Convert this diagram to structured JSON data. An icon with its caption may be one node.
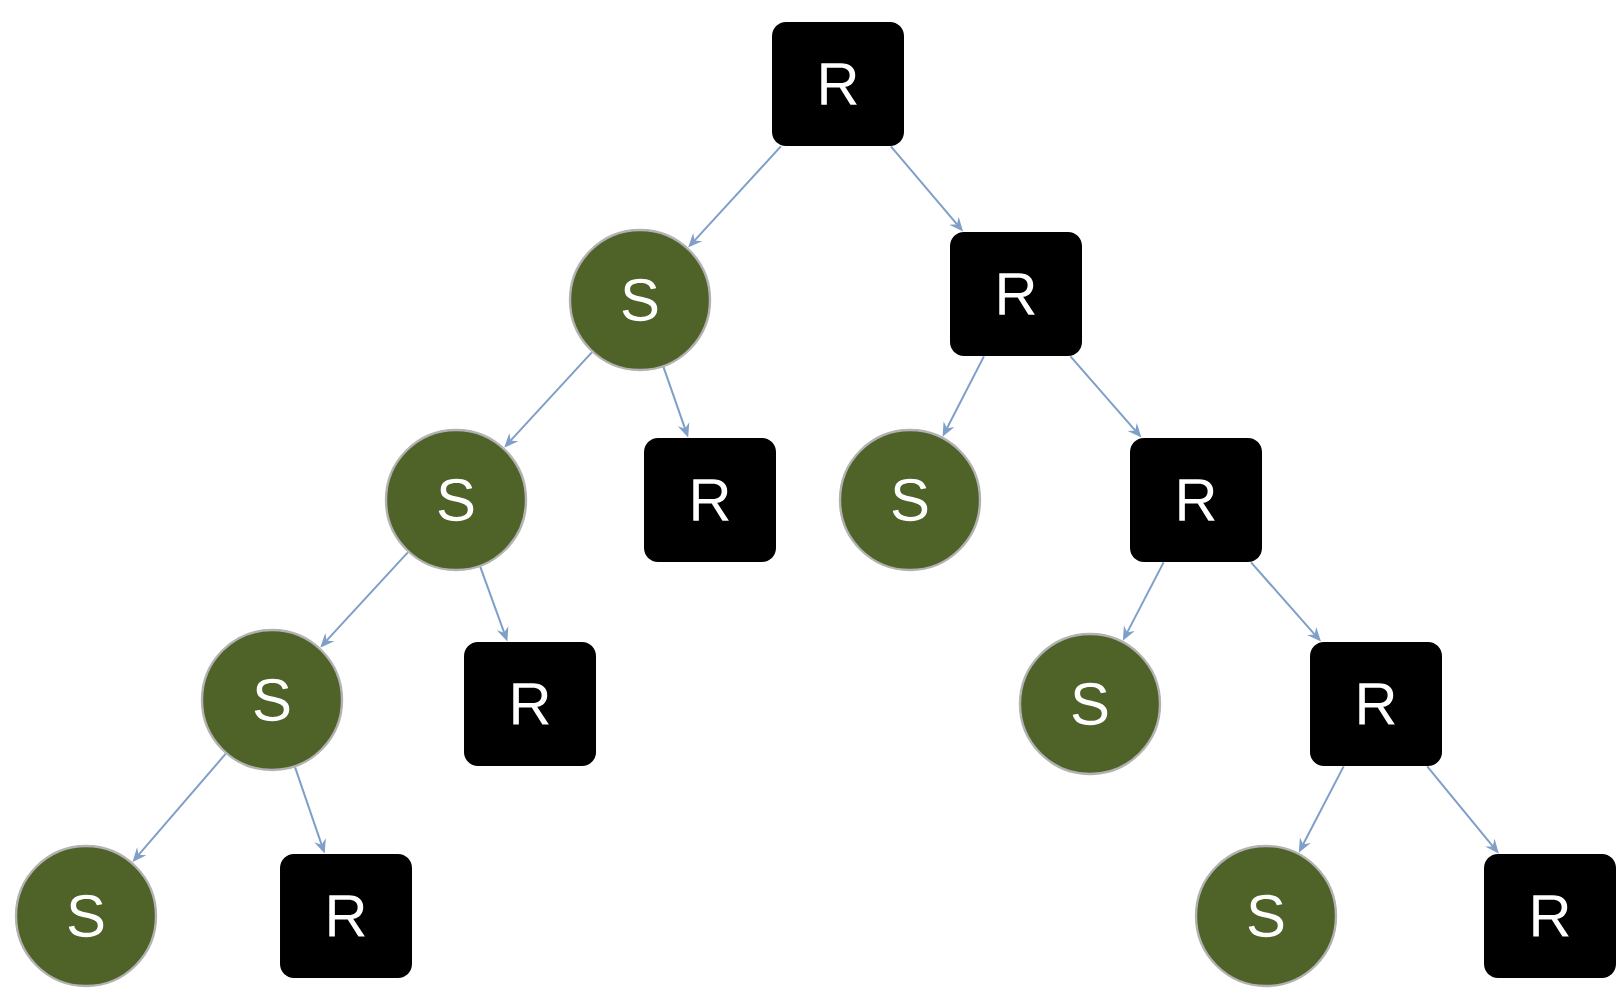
{
  "diagram": {
    "nodes": [
      {
        "text": [
          "R"
        ]
      },
      {
        "text": [
          "S"
        ]
      },
      {
        "text": [
          "R"
        ]
      },
      {
        "text": [
          "S"
        ]
      },
      {
        "text": [
          "R"
        ]
      },
      {
        "text": [
          "S"
        ]
      },
      {
        "text": [
          "R"
        ]
      },
      {
        "text": [
          "S"
        ]
      },
      {
        "text": [
          "R"
        ]
      },
      {
        "text": [
          "S"
        ]
      },
      {
        "text": [
          "R"
        ]
      },
      {
        "text": [
          "S"
        ]
      },
      {
        "text": [
          "R"
        ]
      },
      {
        "text": [
          "S"
        ]
      },
      {
        "text": [
          "R"
        ]
      }
    ],
    "edges": [
      {
        "from": 0,
        "to": 1,
        "arrow": "to"
      },
      {
        "from": 0,
        "to": 2,
        "arrow": "to"
      },
      {
        "from": 1,
        "to": 3,
        "arrow": "to"
      },
      {
        "from": 1,
        "to": 4,
        "arrow": "to"
      },
      {
        "from": 2,
        "to": 5,
        "arrow": "to"
      },
      {
        "from": 2,
        "to": 6,
        "arrow": "to"
      },
      {
        "from": 3,
        "to": 7,
        "arrow": "to"
      },
      {
        "from": 3,
        "to": 8,
        "arrow": "to"
      },
      {
        "from": 6,
        "to": 9,
        "arrow": "to"
      },
      {
        "from": 6,
        "to": 10,
        "arrow": "to"
      },
      {
        "from": 7,
        "to": 11,
        "arrow": "to"
      },
      {
        "from": 7,
        "to": 12,
        "arrow": "to"
      },
      {
        "from": 10,
        "to": 13,
        "arrow": "to"
      },
      {
        "from": 10,
        "to": 14,
        "arrow": "to"
      }
    ]
  }
}
